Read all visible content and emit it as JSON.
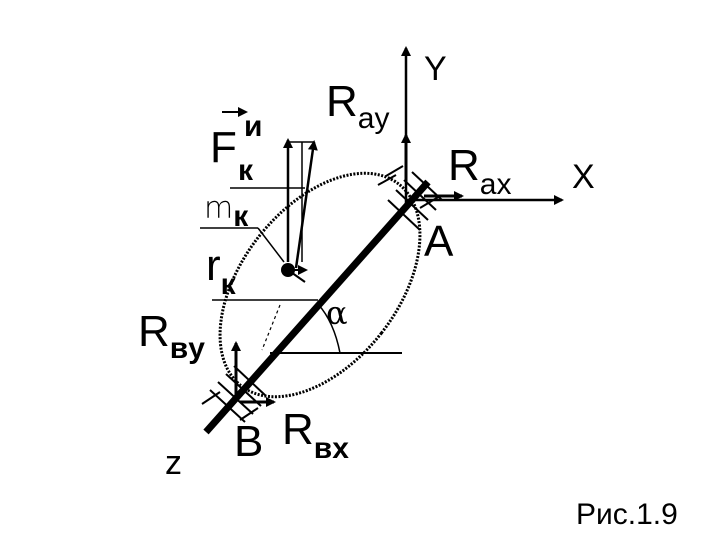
{
  "labels": {
    "y_axis": "Y",
    "x_axis": "X",
    "z_axis": "z",
    "ray_main": "R",
    "ray_sub": "ay",
    "rax_main": "R",
    "rax_sub": "ax",
    "rvy_main": "R",
    "rvy_sub": "вy",
    "rvx_main": "R",
    "rvx_sub": "вx",
    "force_main": "F",
    "force_sup": "и",
    "force_sub": "к",
    "mass_main": "m",
    "mass_sub": "к",
    "radius_main": "r",
    "radius_sub": "к",
    "point_a": "A",
    "point_b": "B",
    "angle": "α"
  },
  "caption": "Рис.1.9",
  "colors": {
    "ink": "#000000",
    "background": "#ffffff"
  }
}
